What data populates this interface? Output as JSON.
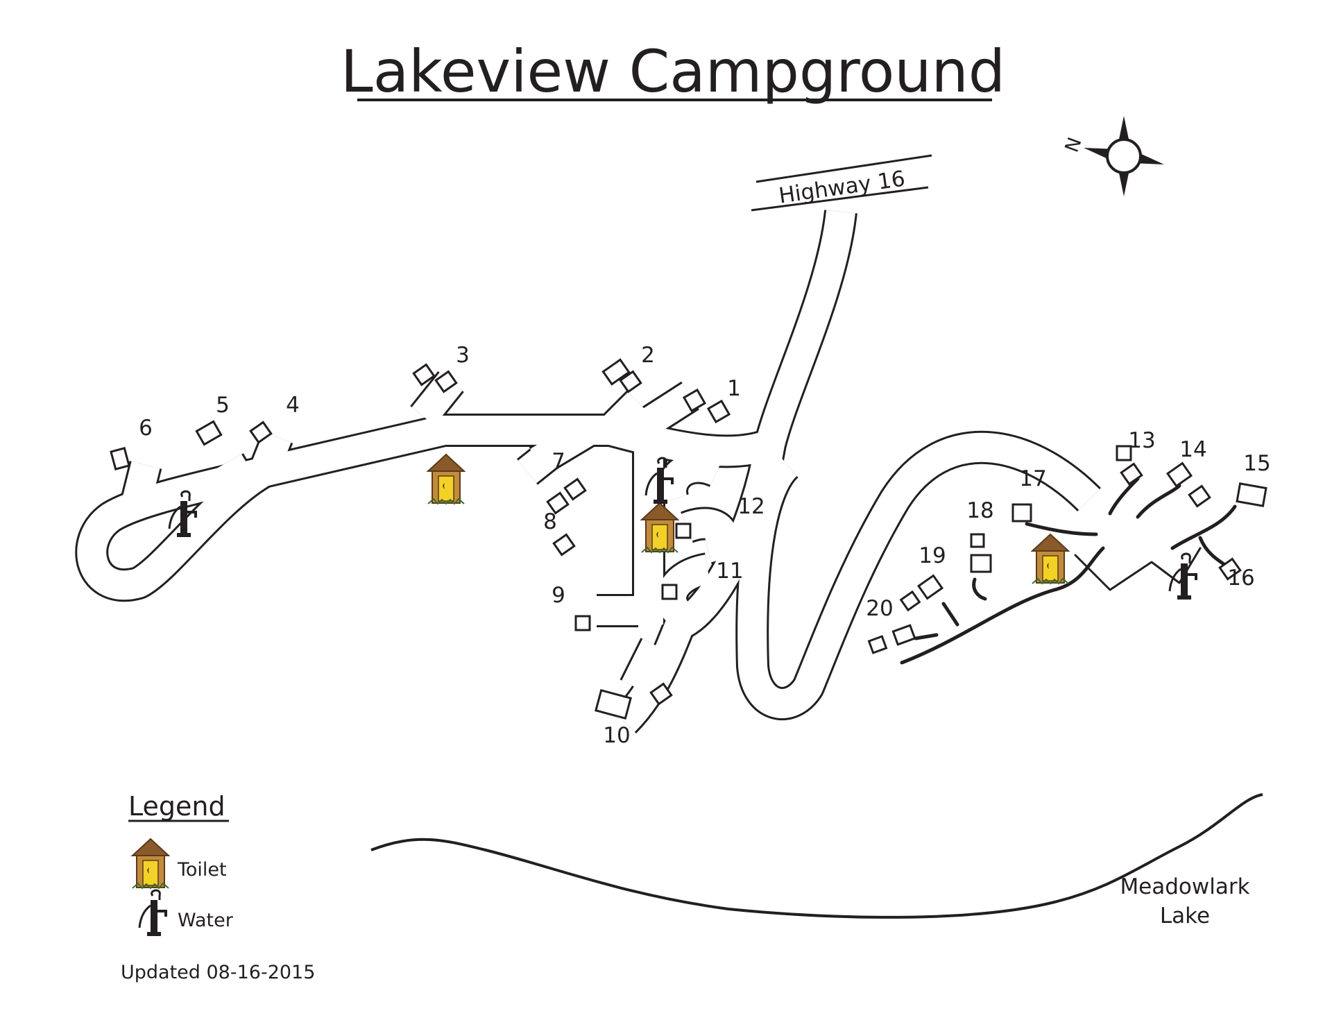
{
  "title": "Lakeview Campground",
  "road_label": "Highway 16",
  "compass_label": "N",
  "lake_label_line1": "Meadowlark",
  "lake_label_line2": "Lake",
  "legend": {
    "heading": "Legend",
    "toilet_label": "Toilet",
    "water_label": "Water"
  },
  "updated": "Updated 08-16-2015",
  "sites": [
    "1",
    "2",
    "3",
    "4",
    "5",
    "6",
    "7",
    "8",
    "9",
    "10",
    "11",
    "12",
    "13",
    "14",
    "15",
    "16",
    "17",
    "18",
    "19",
    "20"
  ],
  "colors": {
    "ink": "#231f20",
    "toilet_roof": "#8a5a2b",
    "toilet_body": "#c28b3c",
    "toilet_door": "#f3d126"
  },
  "icons": [
    "toilet-icon",
    "water-pump-icon",
    "compass-rose-icon"
  ]
}
